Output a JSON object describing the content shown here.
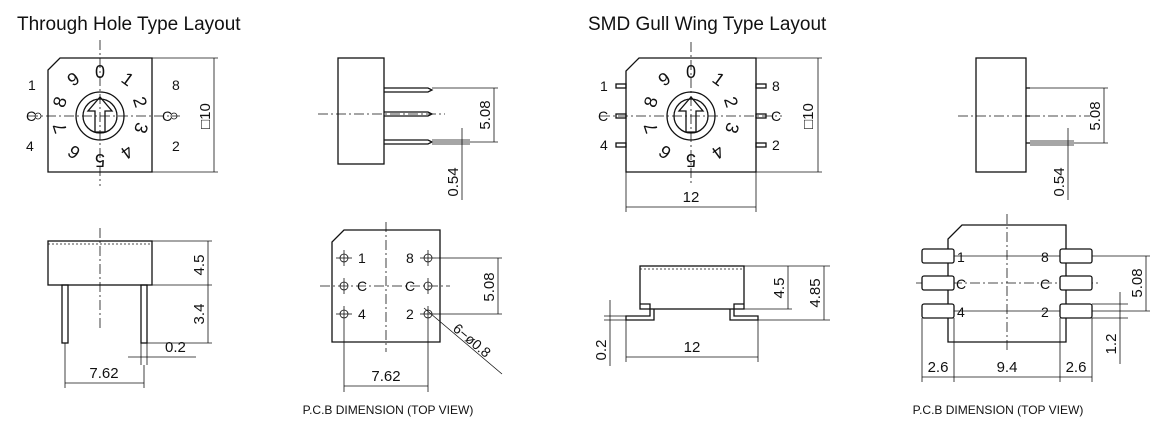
{
  "titles": {
    "left": "Through Hole Type Layout",
    "right": "SMD Gull Wing Type Layout"
  },
  "dial": {
    "digits": [
      "0",
      "1",
      "2",
      "3",
      "4",
      "5",
      "6",
      "7",
      "8",
      "9"
    ]
  },
  "pins": {
    "p1": "1",
    "p8": "8",
    "c": "C",
    "p4": "4",
    "p2": "2"
  },
  "dims": {
    "sq10": "□10",
    "d508": "5.08",
    "d054": "0.54",
    "d45": "4.5",
    "d34": "3.4",
    "d02": "0.2",
    "d762": "7.62",
    "hole": "6−ø0.8",
    "d12": "12",
    "d485": "4.85",
    "d26": "2.6",
    "d94": "9.4",
    "d12b": "1.2"
  },
  "captions": {
    "pcb_left": "P.C.B DIMENSION (TOP VIEW)",
    "pcb_right": "P.C.B DIMENSION (TOP VIEW)"
  },
  "colors": {
    "ink": "#111111",
    "background": "#ffffff"
  }
}
